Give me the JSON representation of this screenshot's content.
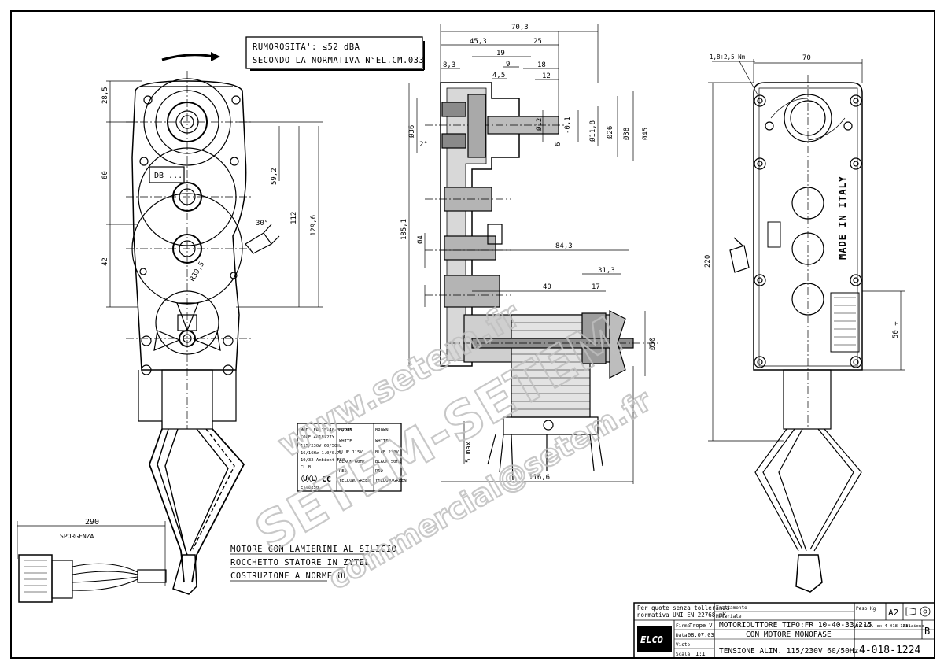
{
  "noise_box": {
    "line1": "RUMOROSITA':  ≤52 dBA",
    "line2": "SECONDO LA NORMATIVA N°EL.CM.033"
  },
  "left_view": {
    "label_db": "DB ...",
    "dims": {
      "d28_5": "28,5",
      "d60": "60",
      "d42": "42",
      "d59_2": "59,2",
      "d112": "112",
      "d129_6": "129,6",
      "d30deg": "30°",
      "r39_5": "R39,5"
    }
  },
  "section_view": {
    "dims": {
      "d70_3": "70,3",
      "d45_3": "45,3",
      "d25": "25",
      "d19": "19",
      "d9": "9",
      "d8_3": "8,3",
      "d4_5": "4,5",
      "d18": "18",
      "d12": "12",
      "phi36": "Ø36",
      "deg2": "2°",
      "phi12": "Ø12",
      "d6": "6",
      "d0_1": "-0,1",
      "phi11_8": "Ø11,8",
      "phi26": "Ø26",
      "phi38": "Ø38",
      "phi45": "Ø45",
      "d185_1": "185,1",
      "phi4": "Ø4",
      "d84_3": "84,3",
      "d31_3": "31,3",
      "d40": "40",
      "d17": "17",
      "phi50": "Ø50",
      "d5max": "5 max",
      "d116_6": "116,6"
    }
  },
  "right_view": {
    "made_in": "MADE IN ITALY",
    "dims": {
      "d1_8": "1,8÷2,5 Nm",
      "d70": "70",
      "d220": "220",
      "d50": "50 ÷"
    }
  },
  "cable": {
    "d290": "290",
    "sporgenza": "SPORGENZA"
  },
  "label_plate": {
    "rows_left": [
      "MOD. FR 10-40-33/215",
      "CODE 4018127Y",
      "115/230V 60/50Hz",
      "16/16Hz 1.0/0.7A",
      "10/32 Ambient F60",
      "CL.B"
    ],
    "rows_right": [
      "BROWN",
      "WHITE",
      "BLUE 115V",
      "BLACK 60HZ",
      "RED",
      "YELLOW/GREEN"
    ],
    "rows_right2": [
      "BROWN",
      "WHITE",
      "BLUE 230V",
      "BLACK 50HZ",
      "RED",
      "YELLOW/GREEN"
    ],
    "code": "E140250"
  },
  "notes": {
    "line1": "MOTORE CON LAMIERINI AL SILICIO",
    "line2": "ROCCHETTO STATORE IN ZYTEL",
    "line3": "COSTRUZIONE A NORME UL"
  },
  "title_block": {
    "tolerance1": "Per quote senza tolleranza",
    "tolerance2": "normativa UNI EN 22768-mK",
    "trattamento": "Trattamento",
    "materiale": "Materiale",
    "title1": "MOTORIDUTTORE TIPO:FR 10-40-33/215",
    "title2": "CON MOTORE MONOFASE",
    "title3": "TENSIONE ALIM. 115/230V  60/50Hz",
    "firma_label": "Firma",
    "firma": "Trope V.",
    "data_label": "Data",
    "data": "08.07.03",
    "visto": "Visto",
    "scala_label": "Scala",
    "scala": "1:1",
    "size": "A2",
    "peso": "Peso Kg",
    "rif": "N° Rif. ex 4-018-1211",
    "edizione": "Edizione",
    "edition_letter": "B",
    "drawing_no": "4-018-1224",
    "logo": "ELCO"
  },
  "watermark": {
    "w1": "www.setem.fr",
    "w2": "SETEM-SETEM",
    "w3": "commercial@setem.fr"
  }
}
